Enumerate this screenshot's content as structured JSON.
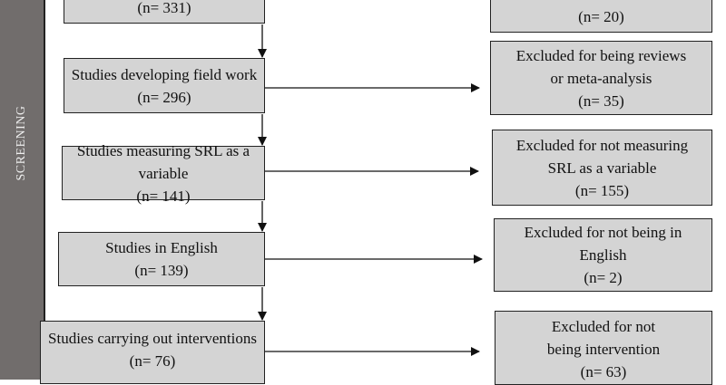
{
  "sidebar": {
    "label": "SCREENING"
  },
  "main_boxes": [
    {
      "title": "",
      "count": "(n= 331)"
    },
    {
      "title": "Studies developing field work",
      "count": "(n= 296)"
    },
    {
      "title": "Studies measuring SRL as a variable",
      "count": "(n= 141)"
    },
    {
      "title": "Studies in English",
      "count": "(n= 139)"
    },
    {
      "title": "Studies carrying out interventions",
      "count": "(n= 76)"
    }
  ],
  "exclusion_boxes": [
    {
      "title": "",
      "count": "(n= 20)"
    },
    {
      "title": "Excluded for being reviews or meta-analysis",
      "count": "(n= 35)"
    },
    {
      "title": "Excluded for not measuring SRL as a variable",
      "count": "(n= 155)"
    },
    {
      "title": "Excluded for not being in English",
      "count": "(n= 2)"
    },
    {
      "title": "Excluded for not being intervention",
      "count": "(n= 63)"
    }
  ],
  "colors": {
    "sidebar": "#716d6c",
    "box_fill": "#d4d4d4"
  }
}
